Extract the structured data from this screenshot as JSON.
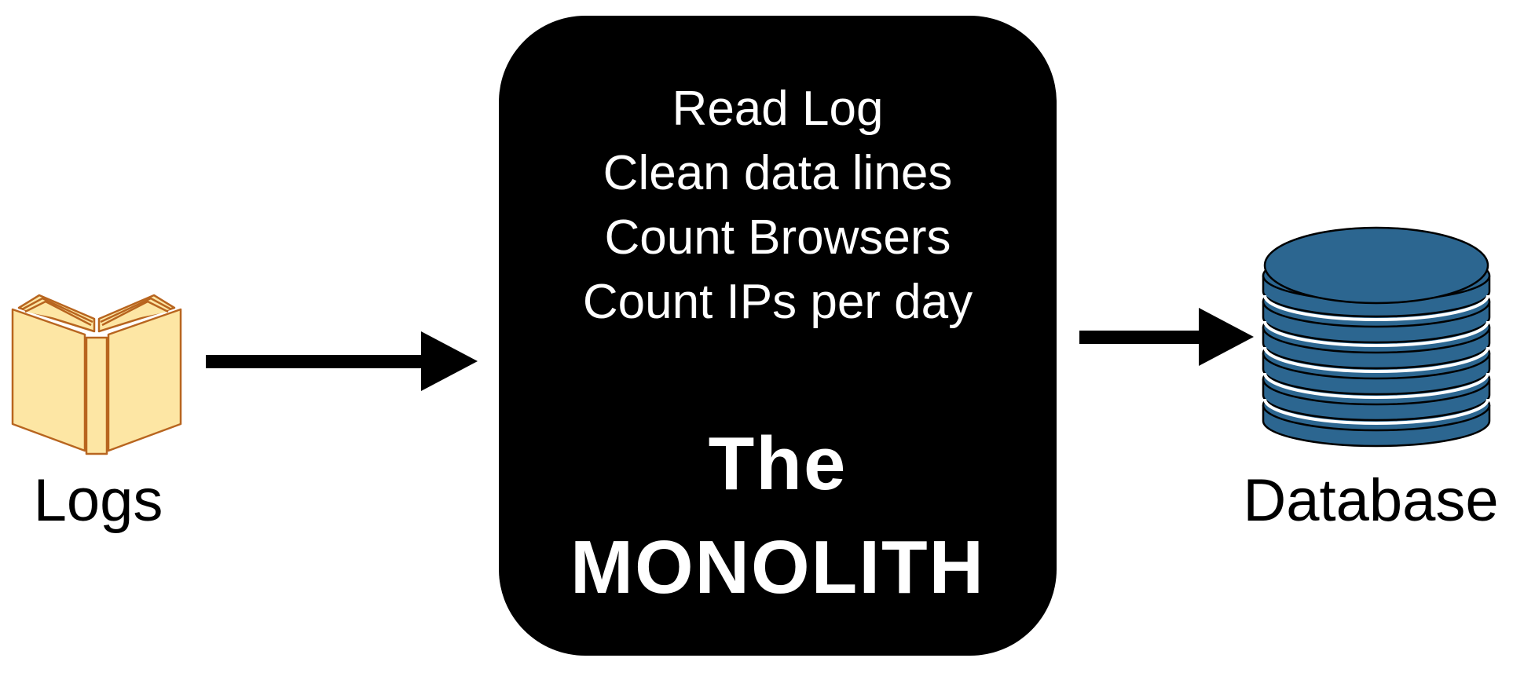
{
  "logs": {
    "label": "Logs",
    "icon": "open-book-icon"
  },
  "monolith": {
    "tasks": [
      "Read Log",
      "Clean data lines",
      "Count Browsers",
      "Count IPs per day"
    ],
    "title_line1": "The",
    "title_line2": "MONOLITH"
  },
  "database": {
    "label": "Database",
    "icon": "database-icon"
  },
  "colors": {
    "book_fill": "#fde6a4",
    "book_stroke": "#b8651f",
    "database_fill": "#2c6690",
    "monolith_bg": "#000000",
    "arrow": "#000000"
  }
}
